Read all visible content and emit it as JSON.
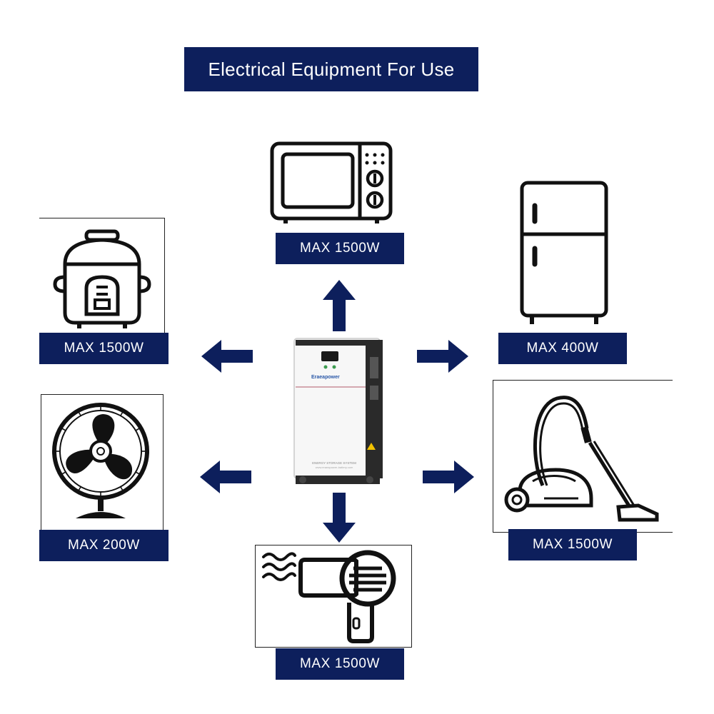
{
  "title": "Electrical Equipment For Use",
  "colors": {
    "banner": "#0d1f5c",
    "text": "#ffffff",
    "icon": "#111111"
  },
  "product": {
    "brand": "Eraeapower",
    "caption_line1": "ENERGY STORAGE SYSTEM",
    "caption_line2": "www.eraeapower-battery.com"
  },
  "appliances": [
    {
      "id": "microwave",
      "icon": "microwave-icon",
      "label": "MAX 1500W"
    },
    {
      "id": "rice-cooker",
      "icon": "rice-cooker-icon",
      "label": "MAX 1500W"
    },
    {
      "id": "refrigerator",
      "icon": "refrigerator-icon",
      "label": "MAX 400W"
    },
    {
      "id": "fan",
      "icon": "fan-icon",
      "label": "MAX 200W"
    },
    {
      "id": "vacuum",
      "icon": "vacuum-cleaner-icon",
      "label": "MAX 1500W"
    },
    {
      "id": "hair-dryer",
      "icon": "hair-dryer-icon",
      "label": "MAX 1500W"
    }
  ]
}
